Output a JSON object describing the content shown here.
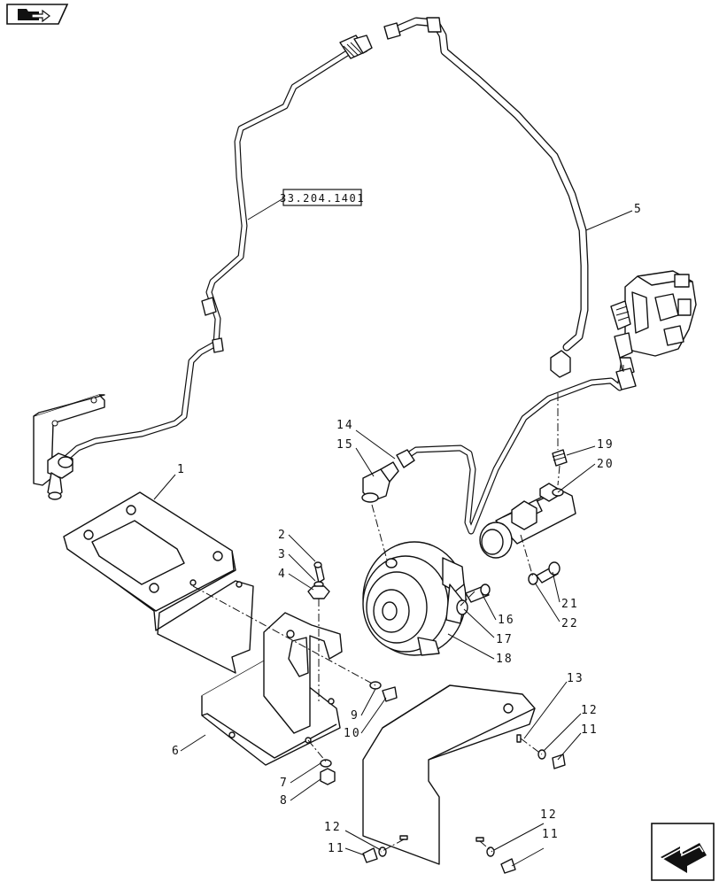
{
  "header": {
    "nav_icon": "folder-arrow-icon"
  },
  "reference_label": "33.204.1401",
  "callouts": {
    "c1": "1",
    "c2": "2",
    "c3": "3",
    "c4": "4",
    "c5": "5",
    "c6": "6",
    "c7": "7",
    "c8": "8",
    "c9": "9",
    "c10": "10",
    "c11a": "11",
    "c11b": "11",
    "c11c": "11",
    "c12a": "12",
    "c12b": "12",
    "c12c": "12",
    "c13": "13",
    "c14": "14",
    "c15": "15",
    "c16": "16",
    "c17": "17",
    "c18": "18",
    "c19": "19",
    "c20": "20",
    "c21": "21",
    "c22": "22"
  },
  "footer": {
    "next_icon": "next-page-arrow-icon"
  }
}
